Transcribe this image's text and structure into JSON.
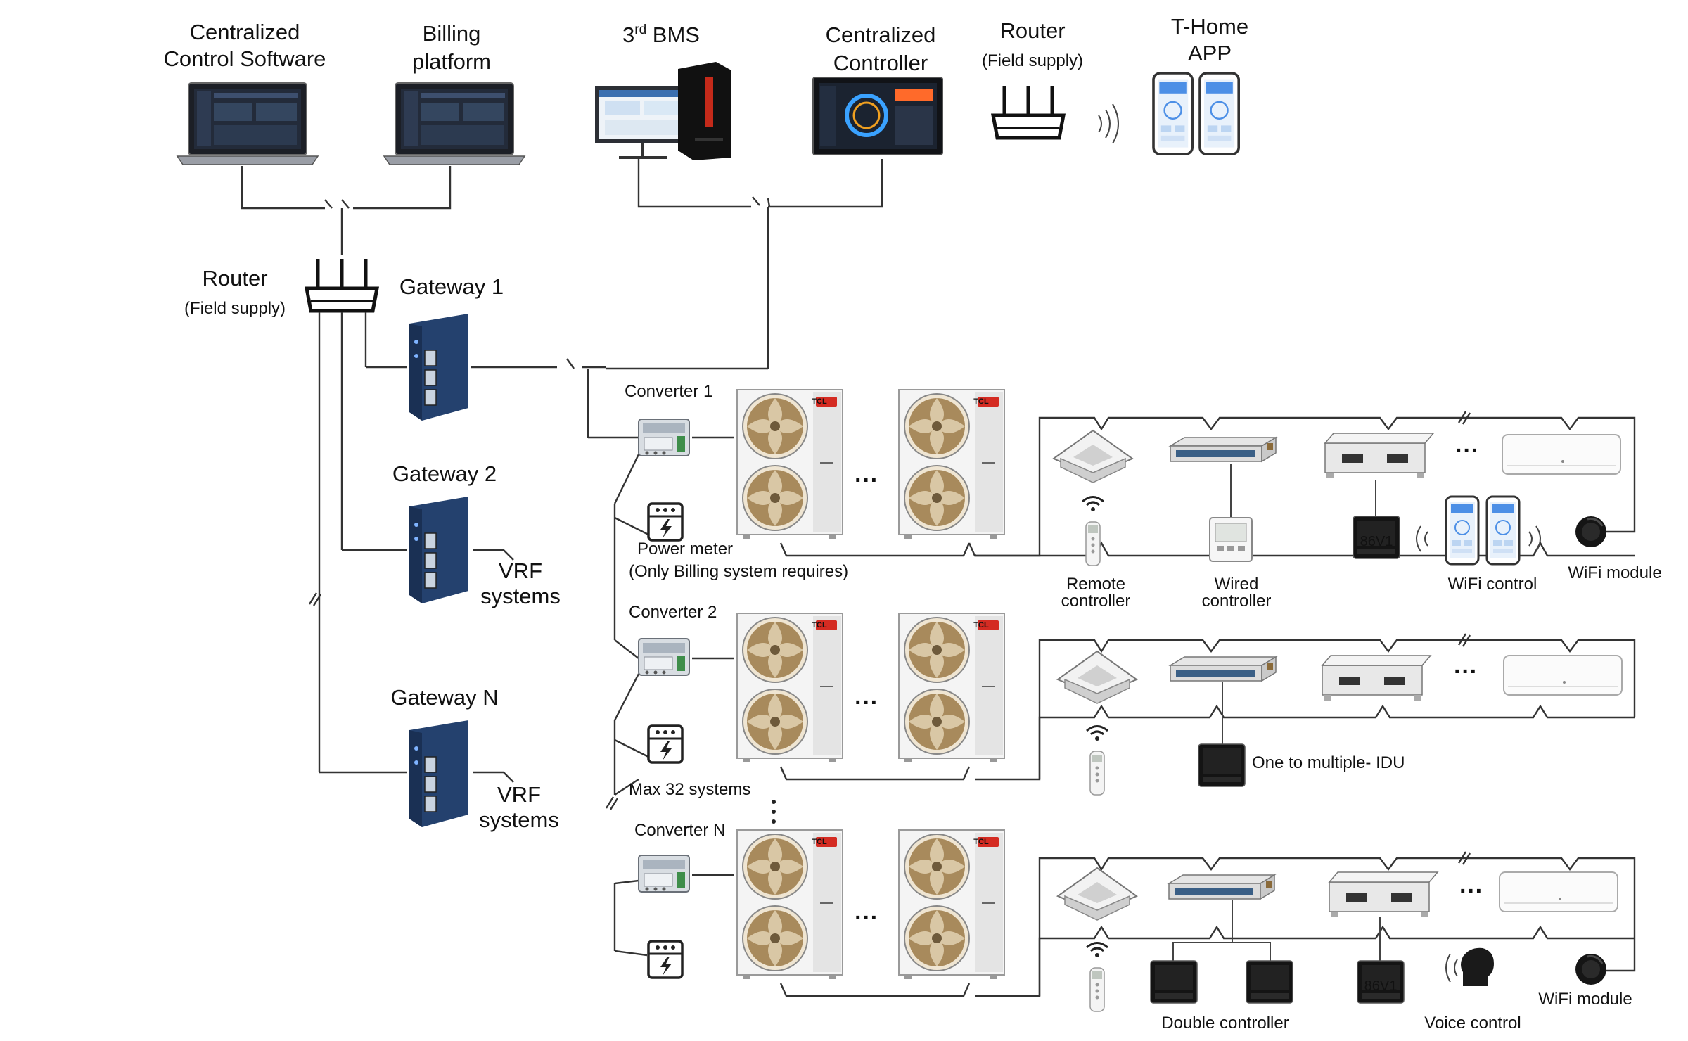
{
  "top": {
    "ccs": [
      "Centralized",
      "Control Software"
    ],
    "billing": [
      "Billing",
      "platform"
    ],
    "bms": {
      "base": "3",
      "sup": "rd",
      "rest": " BMS"
    },
    "controller": [
      "Centralized",
      "Controller"
    ],
    "router": {
      "name": "Router",
      "note": "(Field supply)"
    },
    "app": [
      "T-Home",
      "APP"
    ]
  },
  "network": {
    "router": {
      "name": "Router",
      "note": "(Field supply)"
    },
    "gateways": [
      "Gateway 1",
      "Gateway 2",
      "Gateway N"
    ],
    "vrf": [
      "VRF",
      "systems"
    ]
  },
  "systems": {
    "converters": [
      "Converter 1",
      "Converter 2",
      "Converter N"
    ],
    "power_meter": "Power meter",
    "power_meter_note": "(Only Billing system requires)",
    "max_note": "Max 32 systems",
    "ellipsis": "···",
    "odu_brand": "TCL"
  },
  "idu": {
    "row1": [
      "Remote",
      "controller",
      "Wired",
      "controller",
      "WiFi control",
      "WiFi module"
    ],
    "row2": "One to multiple- IDU",
    "row3": [
      "Double controller",
      "Voice control",
      "WiFi module"
    ],
    "display_temp": "86V1"
  },
  "colors": {
    "gateway": "#24416e",
    "fan": "#a88a5c",
    "odu_badge": "#d42b22",
    "screen": "#1b2330"
  }
}
